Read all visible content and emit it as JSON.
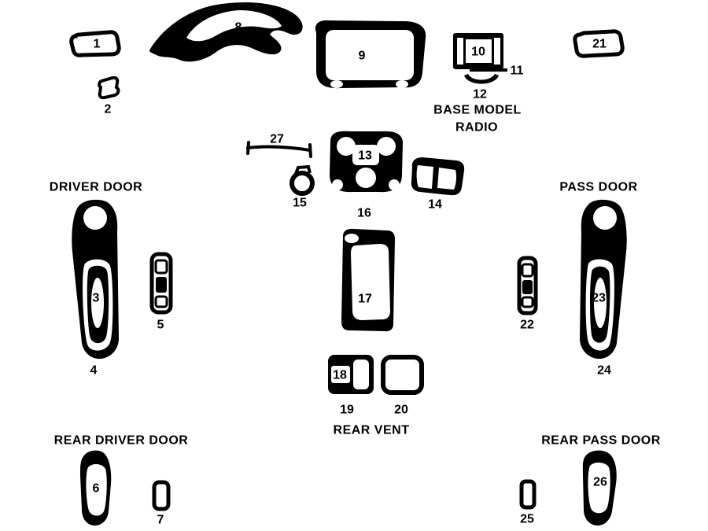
{
  "diagram": {
    "labels": {
      "p1": "1",
      "p2": "2",
      "p3": "3",
      "p4": "4",
      "p5": "5",
      "p6": "6",
      "p7": "7",
      "p8": "8",
      "p9": "9",
      "p10": "10",
      "p11": "11",
      "p12": "12",
      "p13": "13",
      "p14": "14",
      "p15": "15",
      "p16": "16",
      "p17": "17",
      "p18": "18",
      "p19": "19",
      "p20": "20",
      "p21": "21",
      "p22": "22",
      "p23": "23",
      "p24": "24",
      "p25": "25",
      "p26": "26",
      "p27": "27"
    },
    "sections": {
      "base_model_line1": "BASE MODEL",
      "base_model_line2": "RADIO",
      "driver_door": "DRIVER DOOR",
      "pass_door": "PASS DOOR",
      "rear_vent": "REAR VENT",
      "rear_driver_door": "REAR DRIVER DOOR",
      "rear_pass_door": "REAR PASS DOOR"
    },
    "colors": {
      "ink": "#000000",
      "paper": "#ffffff"
    }
  }
}
